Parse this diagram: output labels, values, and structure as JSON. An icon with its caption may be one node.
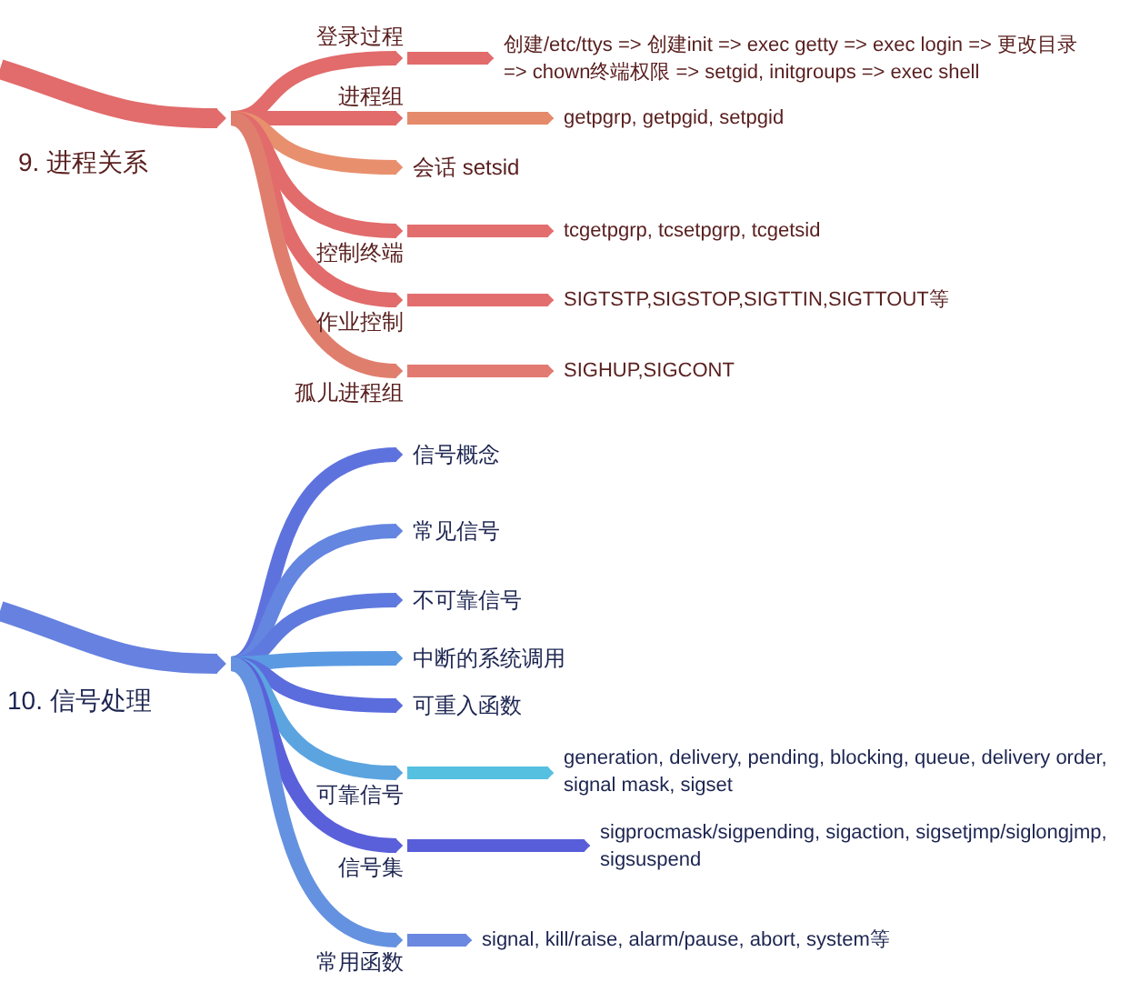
{
  "diagram": {
    "nodes": [
      {
        "text": [
          "9. 进程关系"
        ]
      },
      {
        "text": [
          "登录过程"
        ]
      },
      {
        "text": [
          "创建/etc/ttys => 创建init => exec getty => exec login => 更改目录 => chown终端权限 => setgid, initgroups => exec shell"
        ]
      },
      {
        "text": [
          "进程组"
        ]
      },
      {
        "text": [
          "getpgrp, getpgid, setpgid"
        ]
      },
      {
        "text": [
          "会话 setsid"
        ]
      },
      {
        "text": [
          "控制终端"
        ]
      },
      {
        "text": [
          "tcgetpgrp, tcsetpgrp, tcgetsid"
        ]
      },
      {
        "text": [
          "作业控制"
        ]
      },
      {
        "text": [
          "SIGTSTP,SIGSTOP,SIGTTIN,SIGTTOUT等"
        ]
      },
      {
        "text": [
          "孤儿进程组"
        ]
      },
      {
        "text": [
          "SIGHUP,SIGCONT"
        ]
      },
      {
        "text": [
          "10. 信号处理"
        ]
      },
      {
        "text": [
          "信号概念"
        ]
      },
      {
        "text": [
          "常见信号"
        ]
      },
      {
        "text": [
          "不可靠信号"
        ]
      },
      {
        "text": [
          "中断的系统调用"
        ]
      },
      {
        "text": [
          "可重入函数"
        ]
      },
      {
        "text": [
          "可靠信号"
        ]
      },
      {
        "text": [
          "generation, delivery, pending, blocking, queue, delivery order, signal mask, sigset"
        ]
      },
      {
        "text": [
          "信号集"
        ]
      },
      {
        "text": [
          "sigprocmask/sigpending, sigaction, sigsetjmp/siglongjmp, sigsuspend"
        ]
      },
      {
        "text": [
          "常用函数"
        ]
      },
      {
        "text": [
          "signal, kill/raise, alarm/pause, abort, system等"
        ]
      }
    ],
    "edges": [
      {
        "from": null,
        "to": 0,
        "arrow": "to",
        "color": "#e26b6b"
      },
      {
        "from": 0,
        "to": 1,
        "arrow": "to",
        "color": "#e26b6b"
      },
      {
        "from": 1,
        "to": 2,
        "arrow": "to",
        "color": "#e26b6b"
      },
      {
        "from": 0,
        "to": 3,
        "arrow": "to",
        "color": "#e26b6b"
      },
      {
        "from": 3,
        "to": 4,
        "arrow": "to",
        "color": "#e58b6c"
      },
      {
        "from": 0,
        "to": 5,
        "arrow": "to",
        "color": "#e8906e"
      },
      {
        "from": 0,
        "to": 6,
        "arrow": "to",
        "color": "#e26b6b"
      },
      {
        "from": 6,
        "to": 7,
        "arrow": "to",
        "color": "#e36e6e"
      },
      {
        "from": 0,
        "to": 8,
        "arrow": "to",
        "color": "#e26b6b"
      },
      {
        "from": 8,
        "to": 9,
        "arrow": "to",
        "color": "#e36e6e"
      },
      {
        "from": 0,
        "to": 10,
        "arrow": "to",
        "color": "#e07e6e"
      },
      {
        "from": 10,
        "to": 11,
        "arrow": "to",
        "color": "#e27a72"
      },
      {
        "from": null,
        "to": 12,
        "arrow": "to",
        "color": "#6681e0"
      },
      {
        "from": 12,
        "to": 13,
        "arrow": "to",
        "color": "#5e72de"
      },
      {
        "from": 12,
        "to": 14,
        "arrow": "to",
        "color": "#6485e0"
      },
      {
        "from": 12,
        "to": 15,
        "arrow": "to",
        "color": "#5f7ade"
      },
      {
        "from": 12,
        "to": 16,
        "arrow": "to",
        "color": "#5b9ae2"
      },
      {
        "from": 12,
        "to": 17,
        "arrow": "to",
        "color": "#5b6cdd"
      },
      {
        "from": 12,
        "to": 18,
        "arrow": "to",
        "color": "#5ba4e0"
      },
      {
        "from": 18,
        "to": 19,
        "arrow": "to",
        "color": "#55c0e0"
      },
      {
        "from": 12,
        "to": 20,
        "arrow": "to",
        "color": "#5a60da"
      },
      {
        "from": 20,
        "to": 21,
        "arrow": "to",
        "color": "#585ed9"
      },
      {
        "from": 12,
        "to": 22,
        "arrow": "to",
        "color": "#6592e0"
      },
      {
        "from": 22,
        "to": 23,
        "arrow": "to",
        "color": "#6a88e0"
      }
    ]
  }
}
